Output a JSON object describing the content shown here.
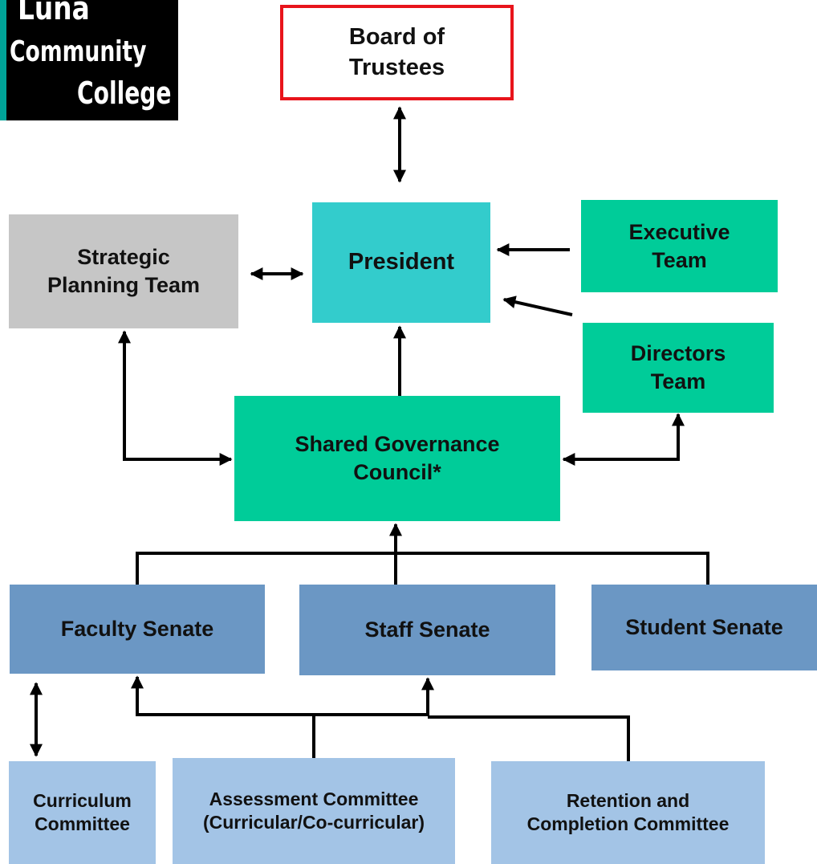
{
  "logo": {
    "line1": "Luna",
    "line2": "Community",
    "line3": "College"
  },
  "nodes": {
    "board": "Board of\nTrustees",
    "president": "President",
    "strategic": "Strategic\nPlanning Team",
    "executive": "Executive\nTeam",
    "directors": "Directors\nTeam",
    "sgc": "Shared Governance\nCouncil*",
    "faculty": "Faculty Senate",
    "staff": "Staff Senate",
    "student": "Student Senate",
    "curriculum": "Curriculum\nCommittee",
    "assessment": "Assessment Committee\n(Curricular/Co-curricular)",
    "retention": "Retention and\nCompletion Committee"
  },
  "colors": {
    "board_border": "#e8141b",
    "president": "#33cccc",
    "strategic": "#c6c6c6",
    "council_teams": "#00cc99",
    "senates": "#6b97c4",
    "committees": "#a3c4e6",
    "connector": "#000000"
  }
}
